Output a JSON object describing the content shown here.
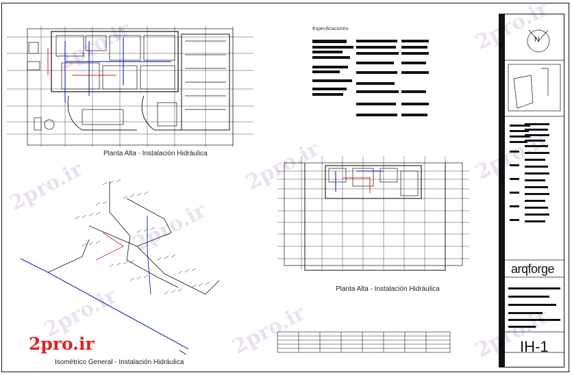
{
  "drawing": {
    "plan_top_title": "Planta Alta - Instalación Hidráulica",
    "plan_right_title": "Planta Alta - Instalación Hidráulica",
    "isometric_title": "Isométrico General - Instalación Hidráulica",
    "specs_title": "Especificaciones:"
  },
  "title_block": {
    "north_label": "N",
    "firm_name": "arqforge",
    "sheet_code": "IH-1"
  },
  "watermark": {
    "text": "2pro.ir",
    "logo_text": "2pro.ir",
    "color": "#e3201b"
  }
}
